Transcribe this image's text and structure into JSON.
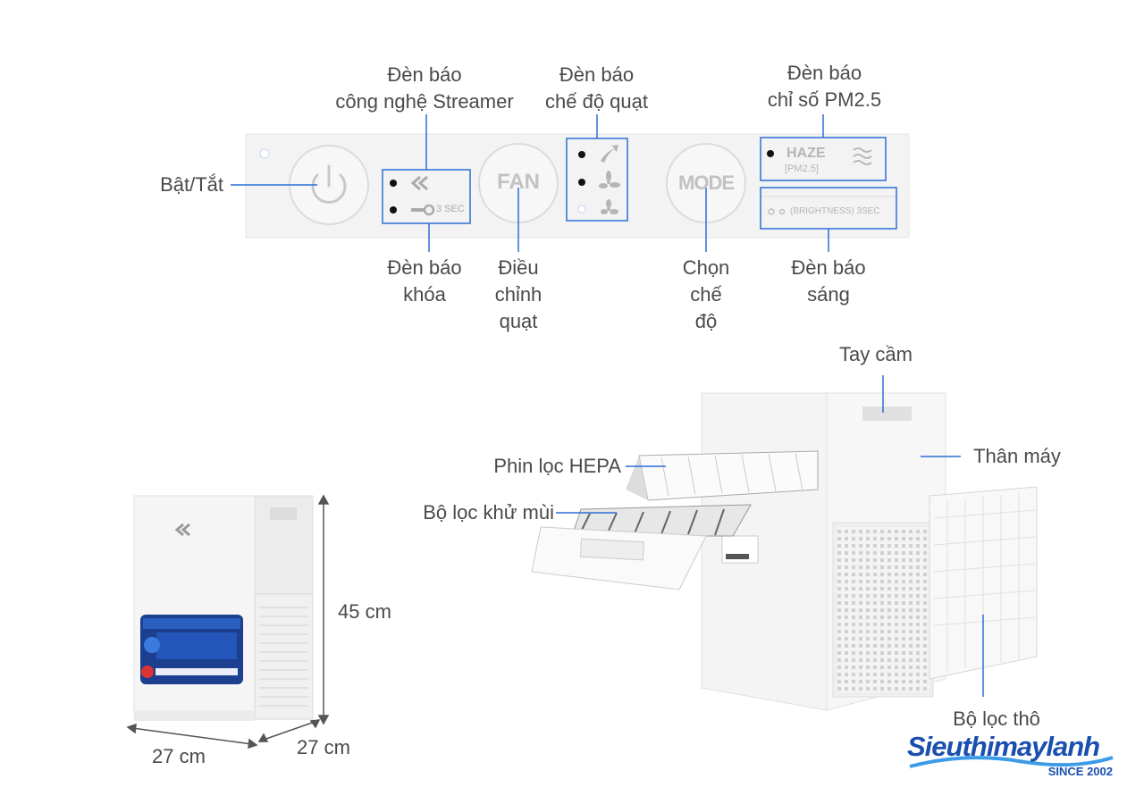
{
  "panel": {
    "power_label": "Bật/Tắt",
    "streamer_indicator_label": "Đèn báo\ncông nghệ Streamer",
    "fan_mode_indicator_label": "Đèn báo\nchế độ quạt",
    "pm25_indicator_label": "Đèn báo\nchỉ số PM2.5",
    "lock_indicator_label": "Đèn báo\nkhóa",
    "fan_adjust_label": "Điều\nchỉnh\nquạt",
    "mode_select_label": "Chọn\nchế\nđộ",
    "brightness_indicator_label": "Đèn báo\nsáng",
    "fan_button_text": "FAN",
    "mode_button_text": "MODE",
    "lock_text": "3 SEC",
    "haze_text": "HAZE",
    "pm25_text": "PM2.5",
    "brightness_text": "(BRIGHTNESS) 3SEC"
  },
  "parts": {
    "handle_label": "Tay cầm",
    "body_label": "Thân máy",
    "hepa_label": "Phin lọc HEPA",
    "deodorizing_label": "Bộ lọc khử mùi",
    "prefilter_label": "Bộ lọc thô"
  },
  "dimensions": {
    "height": "45 cm",
    "width": "27 cm",
    "depth": "27 cm"
  },
  "brand": {
    "name": "Sieuthimaylanh",
    "since": "SINCE 2002",
    "color": "#1a4fb0"
  },
  "colors": {
    "callout_line": "#2b6fd6",
    "panel_bg": "#f3f3f3"
  }
}
